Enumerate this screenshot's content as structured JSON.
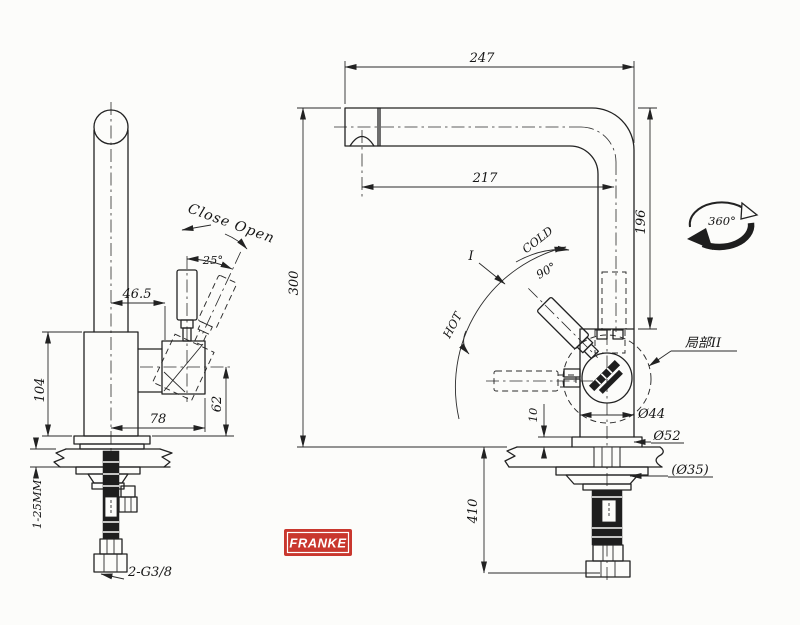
{
  "drawing": {
    "brand": {
      "label": "FRANKE",
      "box_color": "#c9372e",
      "text_color": "#ffffff"
    },
    "left_view": {
      "close_open_label": "Close Open",
      "handle_angle": "25°",
      "dims": {
        "spout_to_valve": "46.5",
        "body_height": "104",
        "body_depth": "78",
        "valve_height": "62",
        "counter_thickness": "1-25MM",
        "hose_thread": "2-G3/8"
      }
    },
    "right_view": {
      "labels": {
        "cold": "COLD",
        "hot": "HOT",
        "section": "I",
        "swing_angle": "90°",
        "rotation": "360°",
        "detail": "局部II"
      },
      "dims": {
        "spout_reach_overall": "247",
        "spout_reach": "217",
        "spout_rise": "196",
        "total_height": "300",
        "base_step": "10",
        "hose_length": "410",
        "body_diameter": "Ø44",
        "base_diameter": "Ø52",
        "hole_diameter": "(Ø35)"
      }
    }
  }
}
